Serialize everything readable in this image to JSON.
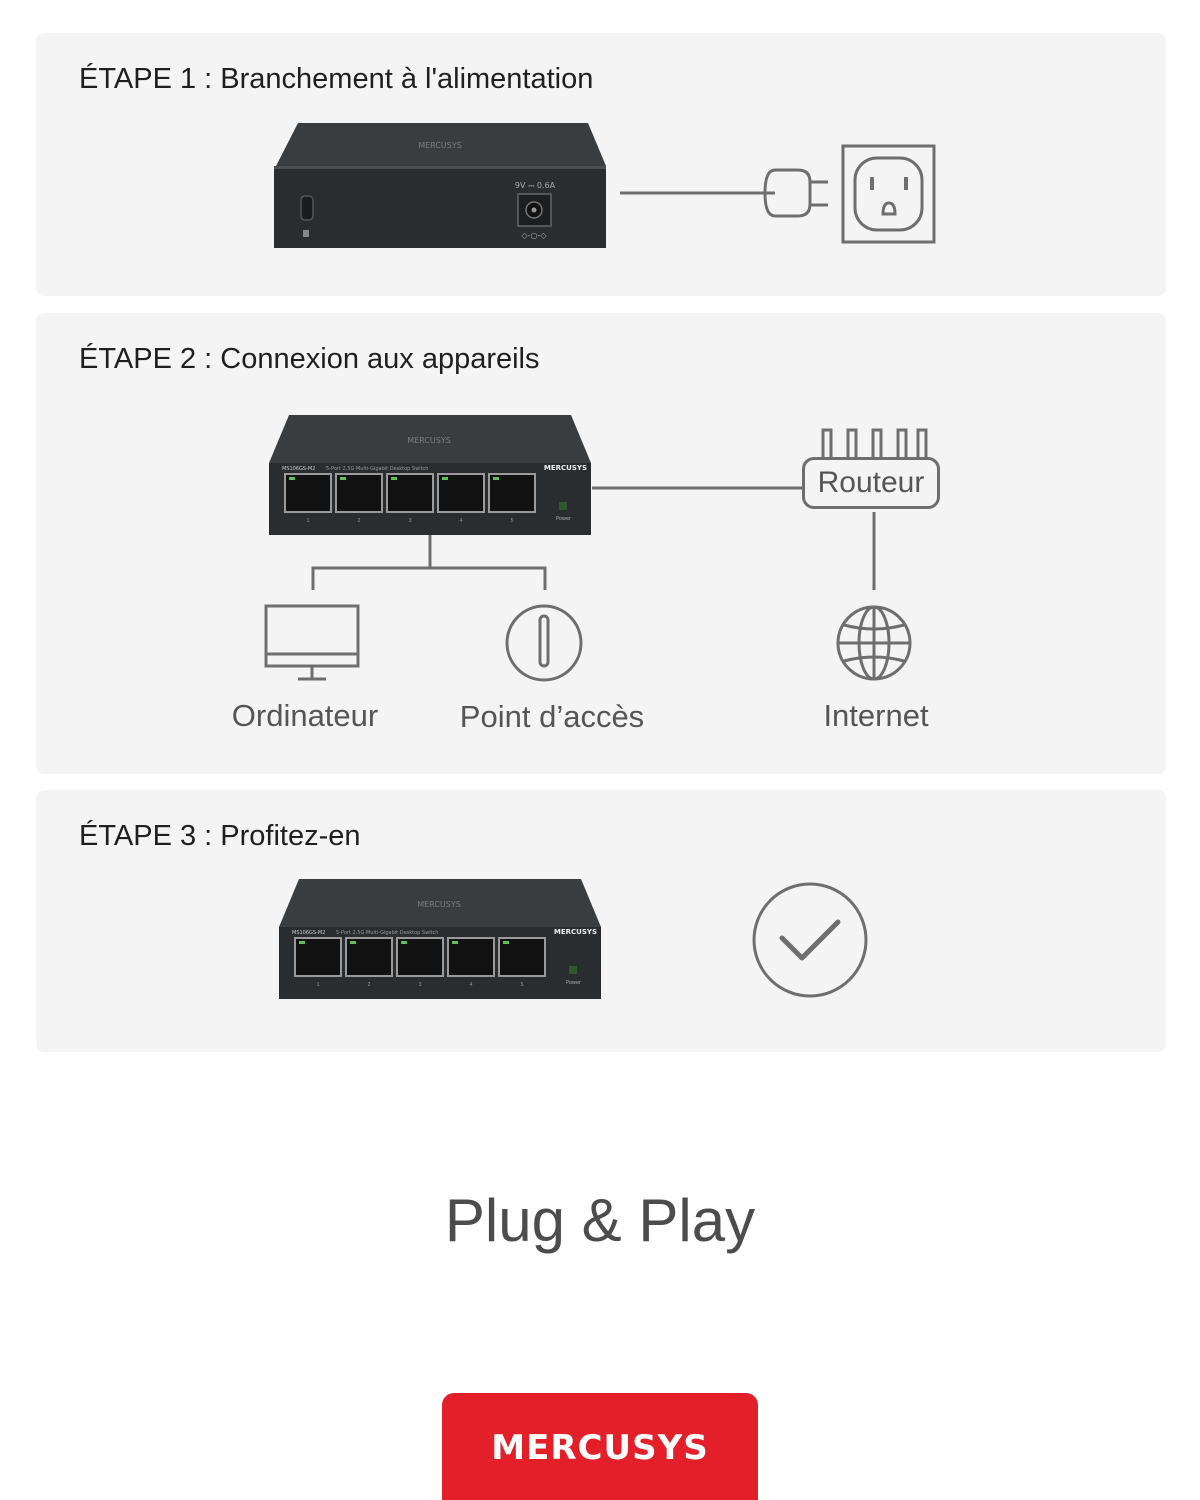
{
  "steps": [
    {
      "title": "ÉTAPE 1 : Branchement à l'alimentation"
    },
    {
      "title": "ÉTAPE 2 : Connexion aux appareils"
    },
    {
      "title": "ÉTAPE 3 : Profitez-en"
    }
  ],
  "switch_rear": {
    "power_spec": "9V ⎓ 0.6A"
  },
  "switch_front": {
    "model": "MS106GS-M2",
    "description": "5-Port 2.5G Multi-Gigabit Desktop Switch",
    "brand": "MERCUSYS",
    "port_numbers": [
      "1",
      "2",
      "3",
      "4",
      "5"
    ],
    "power_label": "Power"
  },
  "diagram": {
    "router_label": "Routeur",
    "computer_label": "Ordinateur",
    "access_point_label": "Point d’accès",
    "internet_label": "Internet"
  },
  "icons": [
    "power-outlet-icon",
    "plug-icon",
    "router-icon",
    "computer-icon",
    "access-point-icon",
    "globe-icon",
    "checkmark-icon"
  ],
  "tagline": "Plug & Play",
  "logo": {
    "text": "MERCUSYS",
    "color": "#e3202a"
  },
  "colors": {
    "panel": "#f4f4f4",
    "line": "#6e6e6e",
    "device": "#2e3133"
  }
}
